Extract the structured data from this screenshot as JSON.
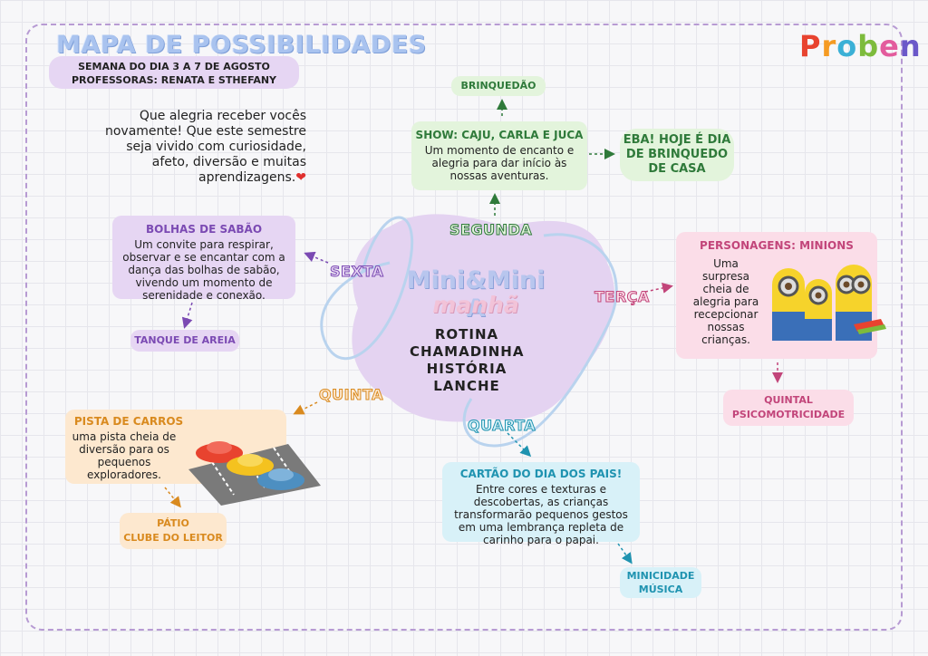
{
  "header": {
    "title": "MAPA DE POSSIBILIDADES",
    "line1": "SEMANA DO DIA 3 A 7 DE AGOSTO",
    "line2": "PROFESSORAS: RENATA E STHEFANY",
    "logo_letters": [
      "P",
      "r",
      "o",
      "b",
      "e",
      "n"
    ],
    "logo_colors": [
      "#e8432f",
      "#f59b23",
      "#3bb0d6",
      "#7dbb3c",
      "#e35c9d",
      "#6b58c9"
    ]
  },
  "intro": {
    "line1": "Que alegria receber vocês",
    "line2": "novamente! Que este semestre",
    "line3": "seja vivido com curiosidade,",
    "line4": "afeto, diversão e muitas",
    "line5": "aprendizagens.",
    "heart": "❤"
  },
  "center": {
    "title": "Mini&Mini A",
    "subtitle": "manhã",
    "items": [
      "ROTINA",
      "CHAMADINHA",
      "HISTÓRIA",
      "LANCHE"
    ]
  },
  "days": {
    "segunda": "SEGUNDA",
    "terca": "TERÇA",
    "quarta": "QUARTA",
    "quinta": "QUINTA",
    "sexta": "SEXTA"
  },
  "segunda": {
    "card_title": "SHOW: CAJU, CARLA E JUCA",
    "card_text": [
      "Um momento de encanto e",
      "alegria para dar início às",
      "nossas aventuras."
    ],
    "top_pill": "BRINQUEDÃO",
    "side_pill": [
      "EBA! HOJE É DIA",
      "DE BRINQUEDO",
      "DE CASA"
    ]
  },
  "terca": {
    "card_title": "PERSONAGENS: MINIONS",
    "card_text": [
      "Uma",
      "surpresa",
      "cheia de",
      "alegria para",
      "recepcionar",
      "nossas",
      "crianças."
    ],
    "pill": [
      "QUINTAL",
      "PSICOMOTRICIDADE"
    ]
  },
  "quarta": {
    "card_title": "CARTÃO DO DIA DOS PAIS!",
    "card_text": [
      "Entre cores e texturas e",
      "descobertas, as crianças",
      "transformarão pequenos gestos",
      "em uma lembrança repleta de",
      "carinho para o papai."
    ],
    "pill": [
      "MINICIDADE",
      "MÚSICA"
    ]
  },
  "quinta": {
    "card_title": "PISTA DE CARROS",
    "card_text": [
      "uma pista cheia de",
      "diversão para os",
      "pequenos",
      "exploradores."
    ],
    "pill": [
      "PÁTIO",
      "CLUBE DO LEITOR"
    ]
  },
  "sexta": {
    "card_title": "BOLHAS DE SABÃO",
    "card_text": [
      "Um convite para respirar,",
      "observar e se encantar com a",
      "dança das bolhas de sabão,",
      "vivendo um momento de",
      "serenidade e conexão."
    ],
    "pill": "TANQUE DE AREIA"
  },
  "colors": {
    "green_card": "#e3f4dc",
    "green_text": "#2f7a3a",
    "pink_card": "#fbdde8",
    "pink_text": "#c2457a",
    "blue_card": "#d8f1f8",
    "blue_text": "#1f93b0",
    "orange_card": "#fde8cf",
    "orange_text": "#d98a1f",
    "purple_card": "#e6d6f3",
    "purple_text": "#7b4ab3"
  }
}
